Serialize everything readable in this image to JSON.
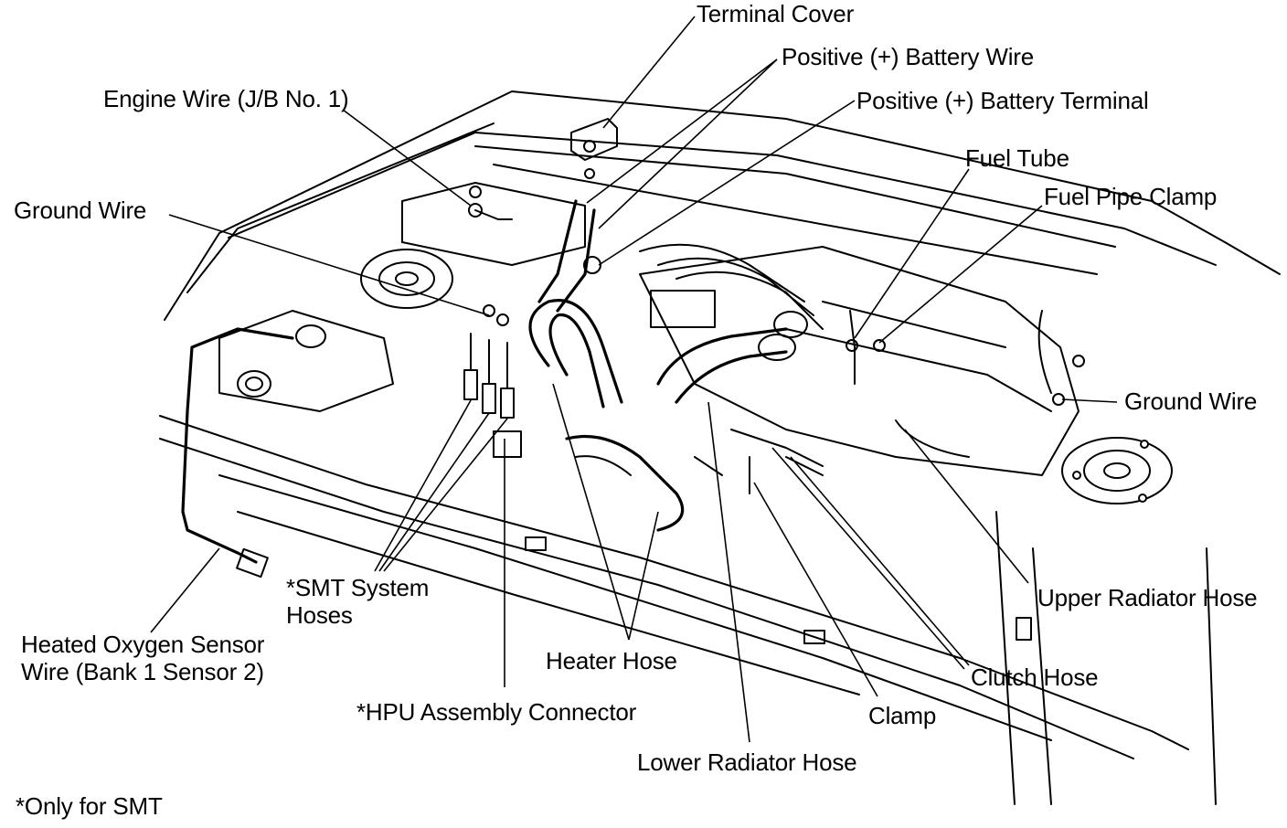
{
  "labels": {
    "terminal_cover": "Terminal Cover",
    "positive_battery_wire": "Positive (+) Battery Wire",
    "engine_wire": "Engine Wire (J/B No. 1)",
    "positive_battery_terminal": "Positive (+) Battery Terminal",
    "fuel_tube": "Fuel Tube",
    "fuel_pipe_clamp": "Fuel Pipe Clamp",
    "ground_wire_left": "Ground Wire",
    "ground_wire_right": "Ground Wire",
    "smt_hoses_line1": "*SMT System",
    "smt_hoses_line2": "Hoses",
    "upper_radiator_hose": "Upper Radiator Hose",
    "heated_o2_line1": "Heated Oxygen Sensor",
    "heated_o2_line2": "Wire (Bank 1 Sensor 2)",
    "heater_hose": "Heater Hose",
    "clutch_hose": "Clutch Hose",
    "hpu_connector": "*HPU Assembly Connector",
    "clamp": "Clamp",
    "lower_radiator_hose": "Lower Radiator Hose",
    "footnote": "*Only for SMT"
  },
  "colors": {
    "ink": "#000000",
    "paper": "#ffffff"
  }
}
